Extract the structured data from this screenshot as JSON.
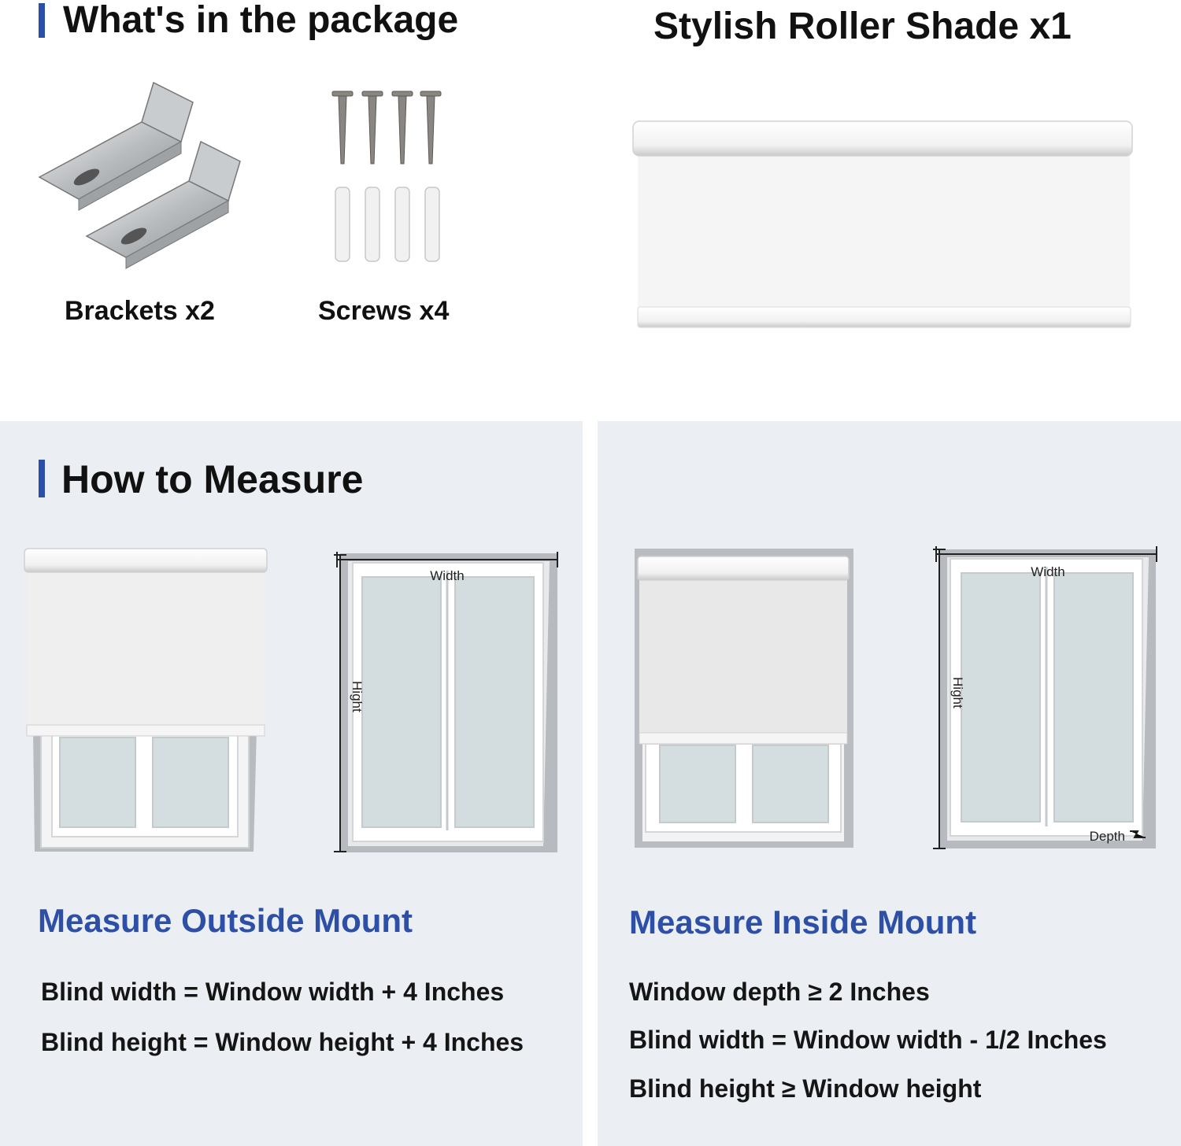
{
  "package": {
    "heading": "What's in the package",
    "brackets_label": "Brackets x2",
    "screws_label": "Screws x4",
    "shade_title": "Stylish Roller Shade x1"
  },
  "measure": {
    "heading": "How to Measure",
    "width_label": "Width",
    "height_label": "Hight",
    "depth_label": "Depth",
    "outside": {
      "title": "Measure Outside Mount",
      "rules": [
        "Blind width = Window width + 4 Inches",
        "Blind height = Window height + 4 Inches"
      ]
    },
    "inside": {
      "title": "Measure Inside Mount",
      "rules": [
        "Window depth ≥ 2 Inches",
        "Blind width = Window width - 1/2 Inches",
        "Blind height ≥ Window height"
      ]
    }
  },
  "colors": {
    "accent": "#2b4ea8",
    "mount_title": "#2d4fa6",
    "panel_bg": "#ebeff4"
  }
}
